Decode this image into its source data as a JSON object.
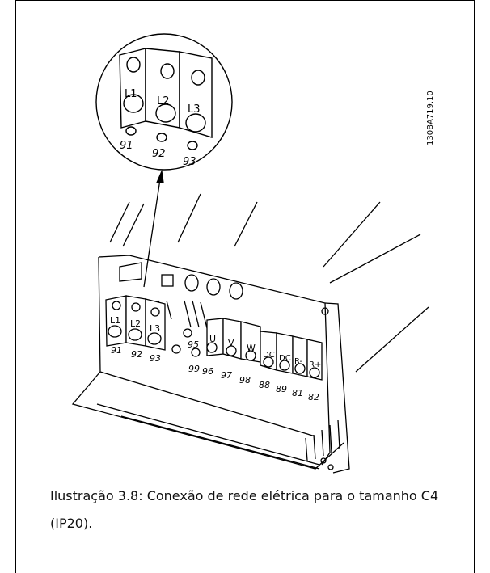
{
  "figure_code": "130BA719.10",
  "caption": "Ilustração 3.8: Conexão de rede elétrica para o tamanho C4 (IP20).",
  "zoom_terminals": [
    {
      "label": "L1",
      "number": "91"
    },
    {
      "label": "L2",
      "number": "92"
    },
    {
      "label": "L3",
      "number": "93"
    }
  ],
  "main_terminals": [
    {
      "label": "L1",
      "number": "91"
    },
    {
      "label": "L2",
      "number": "92"
    },
    {
      "label": "L3",
      "number": "93"
    }
  ],
  "motor_terminals": [
    {
      "label": "U",
      "number": "96"
    },
    {
      "label": "V",
      "number": "97"
    },
    {
      "label": "W",
      "number": "98"
    },
    {
      "label": "DC",
      "number": "88"
    },
    {
      "label": "DC",
      "number": "89"
    },
    {
      "label": "R-",
      "number": "81"
    },
    {
      "label": "R+",
      "number": "82"
    }
  ],
  "ground_labels": [
    "95",
    "99"
  ]
}
